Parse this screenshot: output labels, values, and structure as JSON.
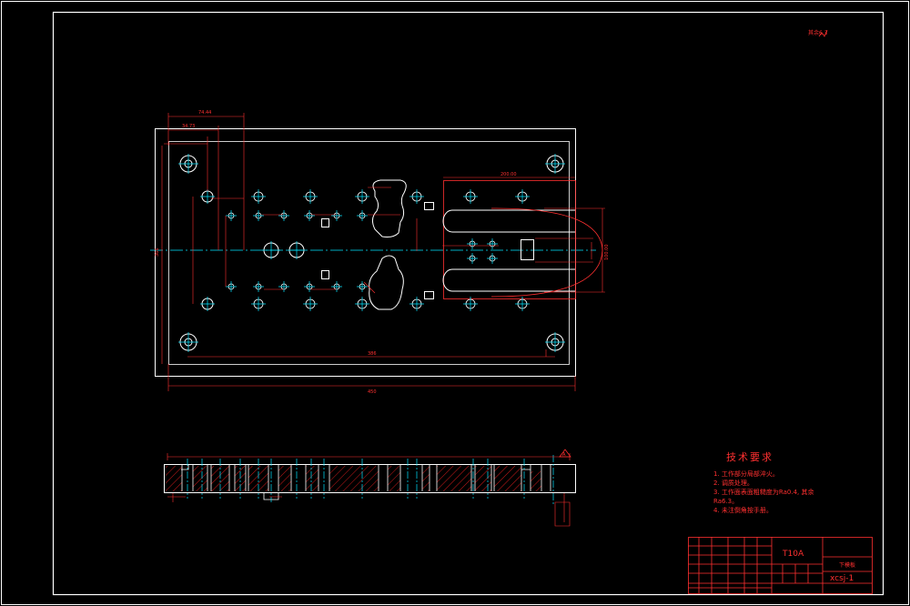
{
  "sheet": {
    "roughness_mark": "其余",
    "roughness_value": "6.3"
  },
  "plan_dimensions": {
    "top_offset": "74.44",
    "second_offset": "34.73",
    "left_height": "366",
    "bottom_inner": "386",
    "bottom_overall": "450",
    "right_slot_width": "200.00",
    "right_slot_height": "100.00"
  },
  "section_view": {
    "section_mark": "A"
  },
  "technical_requirements": {
    "title": "技术要求",
    "items": [
      "1. 工作部分局部淬火。",
      "2. 调质处理。",
      "3. 工作面表面粗糙度为Ra0.4, 其余",
      "Ra6.3。",
      "4. 未注倒角按手册。"
    ]
  },
  "title_block": {
    "material": "T10A",
    "part_name": "下模板",
    "drawing_number": "xcsj-1"
  },
  "colors": {
    "background": "#000000",
    "frame": "#ffffff",
    "outline": "#ffffff",
    "dimension": "#ff2020",
    "center": "#00e5ff",
    "hatch": "#ff2020"
  }
}
